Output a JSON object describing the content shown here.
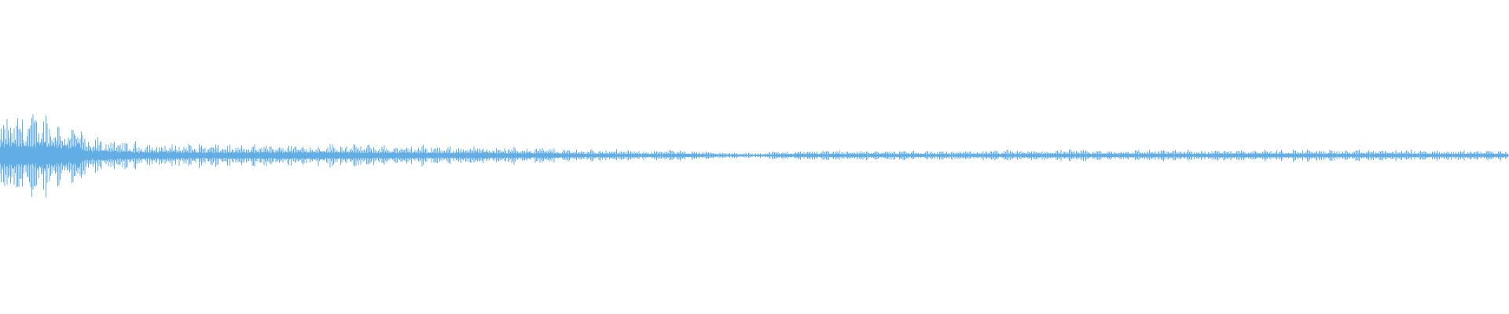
{
  "waveform": {
    "color": "#62ade4",
    "background": "#ffffff",
    "peak_profile": [
      [
        0.0,
        0.74
      ],
      [
        0.015,
        0.8
      ],
      [
        0.03,
        0.76
      ],
      [
        0.045,
        0.6
      ],
      [
        0.052,
        0.72
      ],
      [
        0.058,
        0.3
      ],
      [
        0.065,
        0.34
      ],
      [
        0.08,
        0.26
      ],
      [
        0.1,
        0.24
      ],
      [
        0.13,
        0.22
      ],
      [
        0.16,
        0.21
      ],
      [
        0.2,
        0.22
      ],
      [
        0.22,
        0.23
      ],
      [
        0.25,
        0.2
      ],
      [
        0.28,
        0.19
      ],
      [
        0.3,
        0.17
      ],
      [
        0.32,
        0.2
      ],
      [
        0.34,
        0.15
      ],
      [
        0.36,
        0.16
      ],
      [
        0.38,
        0.12
      ],
      [
        0.4,
        0.12
      ],
      [
        0.43,
        0.1
      ],
      [
        0.46,
        0.1
      ],
      [
        0.48,
        0.06
      ],
      [
        0.5,
        0.05
      ],
      [
        0.52,
        0.09
      ],
      [
        0.55,
        0.1
      ],
      [
        0.58,
        0.1
      ],
      [
        0.61,
        0.09
      ],
      [
        0.64,
        0.09
      ],
      [
        0.67,
        0.1
      ],
      [
        0.7,
        0.11
      ],
      [
        0.73,
        0.1
      ],
      [
        0.76,
        0.11
      ],
      [
        0.8,
        0.11
      ],
      [
        0.84,
        0.12
      ],
      [
        0.88,
        0.11
      ],
      [
        0.92,
        0.11
      ],
      [
        0.96,
        0.1
      ],
      [
        1.0,
        0.1
      ]
    ]
  }
}
